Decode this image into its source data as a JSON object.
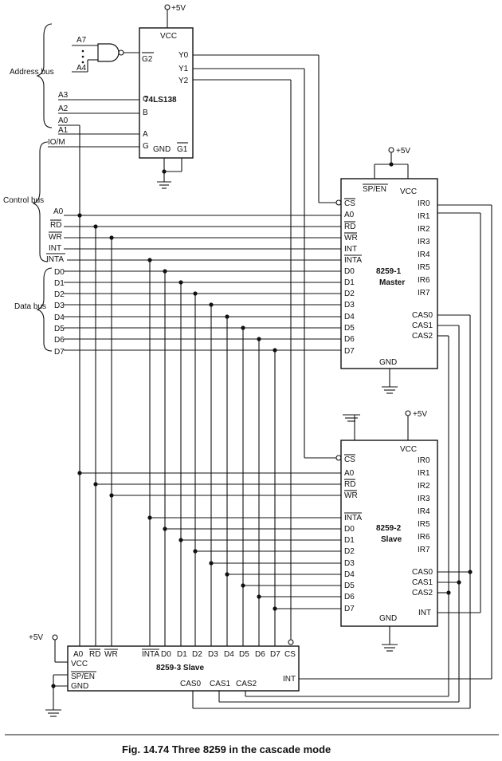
{
  "decoder": {
    "name": "74LS138",
    "pin_vcc": "VCC",
    "pin_y0": "Y0",
    "pin_y1": "Y1",
    "pin_y2": "Y2",
    "pin_g2": "G2",
    "pin_c": "C",
    "pin_b": "B",
    "pin_a": "A",
    "pin_g": "G",
    "pin_gnd": "GND",
    "pin_g1": "G1",
    "supply": "+5V"
  },
  "buses": {
    "address": "Address bus",
    "control": "Control bus",
    "data": "Data bus"
  },
  "address_lines": [
    "A7",
    "A4",
    "A3",
    "A2",
    "A0",
    "A1",
    "IO/M"
  ],
  "control_lines": [
    "A0",
    "RD",
    "WR",
    "INT",
    "INTA"
  ],
  "data_lines": [
    "D0",
    "D1",
    "D2",
    "D3",
    "D4",
    "D5",
    "D6",
    "D7"
  ],
  "master": {
    "name": "8259-1",
    "role": "Master",
    "supply": "+5V",
    "top_pins": [
      "SP/EN",
      "VCC"
    ],
    "left_pins": [
      "CS",
      "A0",
      "RD",
      "WR",
      "INT",
      "INTA",
      "D0",
      "D1",
      "D2",
      "D3",
      "D4",
      "D5",
      "D6",
      "D7"
    ],
    "right_pins": [
      "IR0",
      "IR1",
      "IR2",
      "IR3",
      "IR4",
      "IR5",
      "IR6",
      "IR7",
      "CAS0",
      "CAS1",
      "CAS2"
    ],
    "gnd": "GND"
  },
  "slave2": {
    "name": "8259-2",
    "role": "Slave",
    "supply": "+5V",
    "vcc": "VCC",
    "left_pins": [
      "CS",
      "A0",
      "RD",
      "WR",
      "INTA",
      "D0",
      "D1",
      "D2",
      "D3",
      "D4",
      "D5",
      "D6",
      "D7"
    ],
    "right_pins": [
      "IR0",
      "IR1",
      "IR2",
      "IR3",
      "IR4",
      "IR5",
      "IR6",
      "IR7",
      "CAS0",
      "CAS1",
      "CAS2",
      "INT"
    ],
    "gnd": "GND"
  },
  "slave3": {
    "name": "8259-3 Slave",
    "supply": "+5V",
    "top_pins": [
      "A0",
      "RD",
      "WR",
      "INTA",
      "D0",
      "D1",
      "D2",
      "D3",
      "D4",
      "D5",
      "D6",
      "D7",
      "CS"
    ],
    "left_pins": [
      "VCC",
      "SP/EN",
      "GND"
    ],
    "bottom_pins": [
      "CAS0",
      "CAS1",
      "CAS2"
    ],
    "int": "INT"
  },
  "caption": "Fig. 14.74 Three 8259 in the cascade mode"
}
